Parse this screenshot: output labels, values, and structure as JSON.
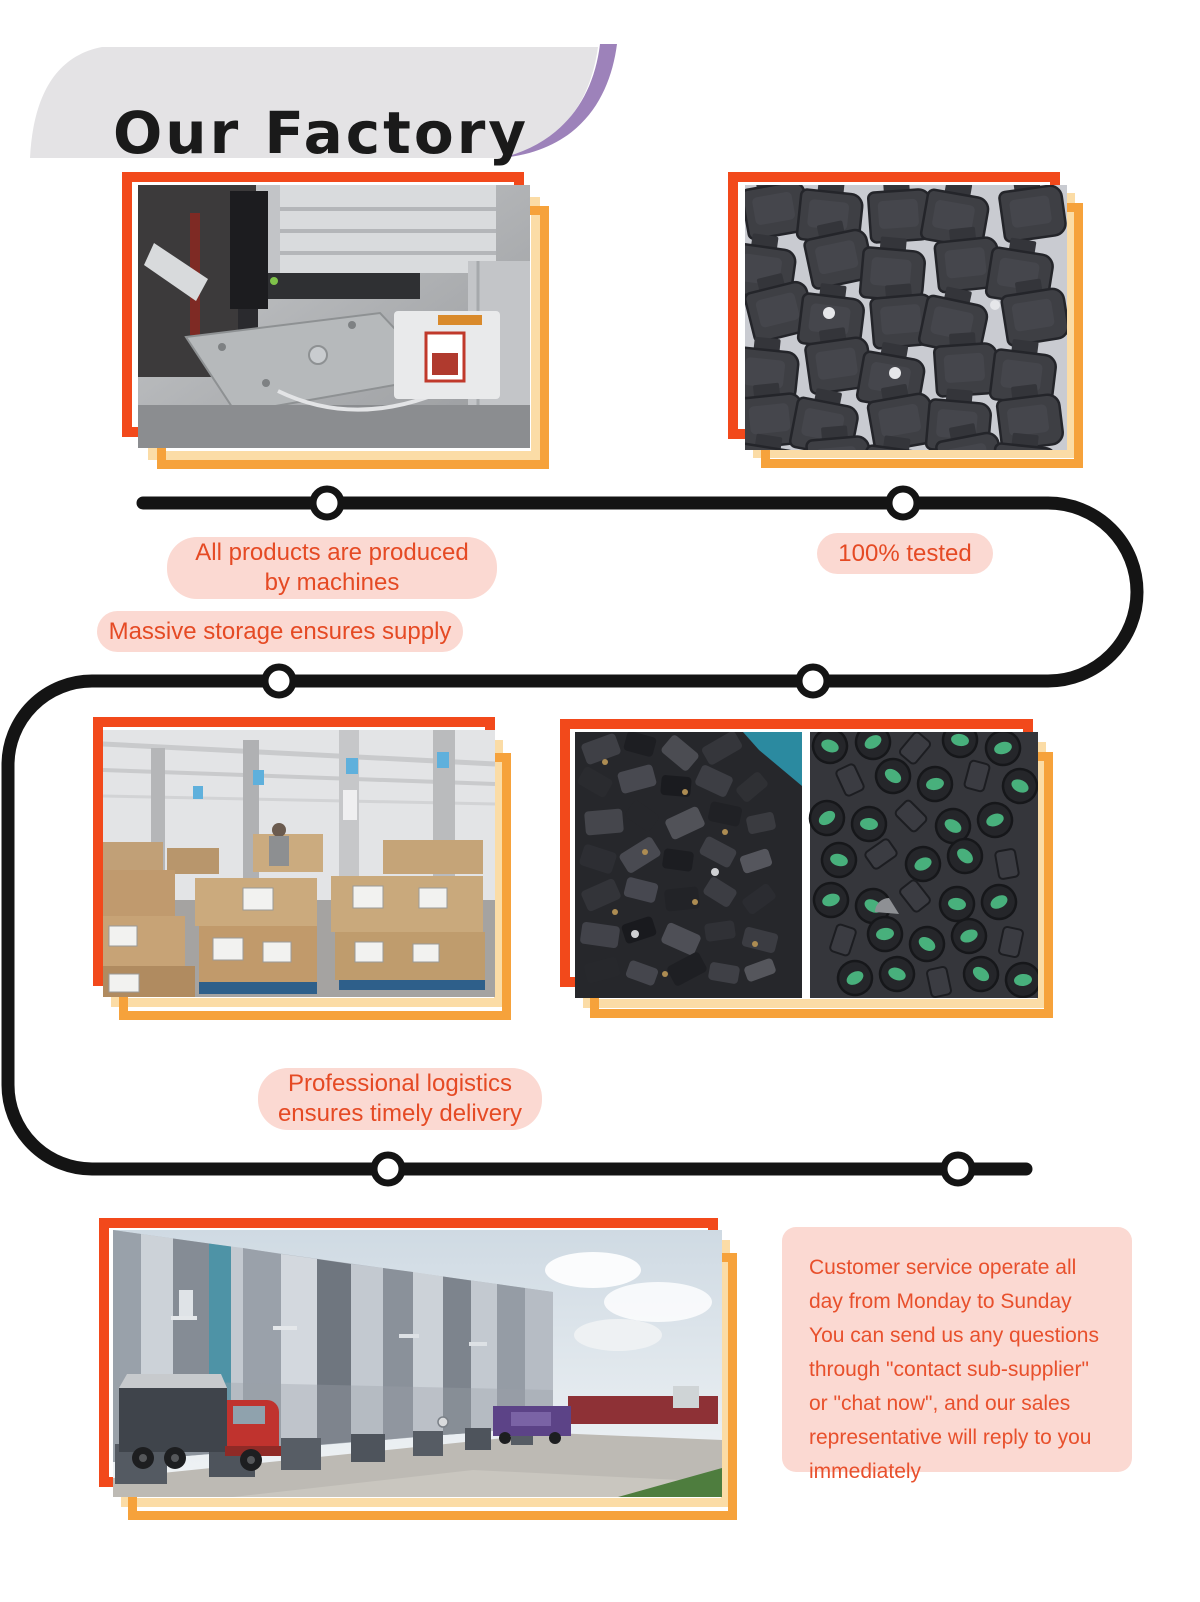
{
  "header": {
    "title": "Our Factory"
  },
  "stages": {
    "production": {
      "lines": [
        "All products are produced",
        "by machines"
      ]
    },
    "tested": {
      "label": "100% tested"
    },
    "storage": {
      "label": "Massive storage ensures supply"
    },
    "logistics": {
      "lines": [
        "Professional logistics",
        "ensures timely delivery"
      ]
    }
  },
  "customer_service": {
    "text": "Customer service operate all day from Monday to Sunday You can send us any questions through \"contact sub-supplier\" or \"chat now\", and our sales representative will reply to you immediately"
  },
  "colors": {
    "frame_red": "#F2491B",
    "frame_orange": "#F6A23B",
    "frame_peach": "#FBDCA6",
    "label_bg": "#FBD9D2",
    "label_text": "#E54A24",
    "title_bg": "#E4E3E5",
    "title_accent_purple": "#9D82BA",
    "flow_path": "#141414"
  }
}
